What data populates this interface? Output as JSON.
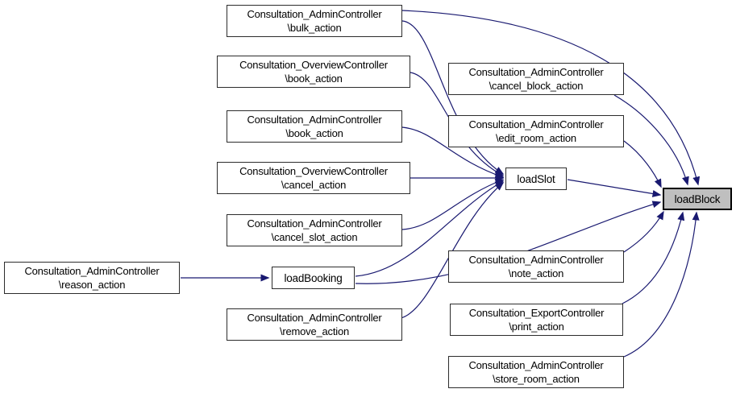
{
  "diagram": {
    "type": "call-graph",
    "colors": {
      "edge": "#191970",
      "node_border": "#2c2c2c",
      "node_fill": "#ffffff",
      "highlight_fill": "#bfbfbf",
      "text": "#000000"
    },
    "nodes": {
      "bulk_action": {
        "label": "Consultation_AdminController\n\\bulk_action"
      },
      "overview_book_action": {
        "label": "Consultation_OverviewController\n\\book_action"
      },
      "admin_book_action": {
        "label": "Consultation_AdminController\n\\book_action"
      },
      "overview_cancel_action": {
        "label": "Consultation_OverviewController\n\\cancel_action"
      },
      "cancel_slot_action": {
        "label": "Consultation_AdminController\n\\cancel_slot_action"
      },
      "reason_action": {
        "label": "Consultation_AdminController\n\\reason_action"
      },
      "loadBooking": {
        "label": "loadBooking"
      },
      "remove_action": {
        "label": "Consultation_AdminController\n\\remove_action"
      },
      "loadSlot": {
        "label": "loadSlot"
      },
      "cancel_block_action": {
        "label": "Consultation_AdminController\n\\cancel_block_action"
      },
      "edit_room_action": {
        "label": "Consultation_AdminController\n\\edit_room_action"
      },
      "loadBlock": {
        "label": "loadBlock",
        "highlighted": true
      },
      "note_action": {
        "label": "Consultation_AdminController\n\\note_action"
      },
      "print_action": {
        "label": "Consultation_ExportController\n\\print_action"
      },
      "store_room_action": {
        "label": "Consultation_AdminController\n\\store_room_action"
      }
    },
    "edges": [
      {
        "from": "bulk_action",
        "to": "loadSlot"
      },
      {
        "from": "overview_book_action",
        "to": "loadSlot"
      },
      {
        "from": "admin_book_action",
        "to": "loadSlot"
      },
      {
        "from": "overview_cancel_action",
        "to": "loadSlot"
      },
      {
        "from": "cancel_slot_action",
        "to": "loadSlot"
      },
      {
        "from": "loadBooking",
        "to": "loadSlot"
      },
      {
        "from": "remove_action",
        "to": "loadSlot"
      },
      {
        "from": "reason_action",
        "to": "loadBooking"
      },
      {
        "from": "bulk_action",
        "to": "loadBlock"
      },
      {
        "from": "cancel_block_action",
        "to": "loadBlock"
      },
      {
        "from": "edit_room_action",
        "to": "loadBlock"
      },
      {
        "from": "loadSlot",
        "to": "loadBlock"
      },
      {
        "from": "loadBooking",
        "to": "loadBlock"
      },
      {
        "from": "note_action",
        "to": "loadBlock"
      },
      {
        "from": "print_action",
        "to": "loadBlock"
      },
      {
        "from": "store_room_action",
        "to": "loadBlock"
      }
    ]
  }
}
